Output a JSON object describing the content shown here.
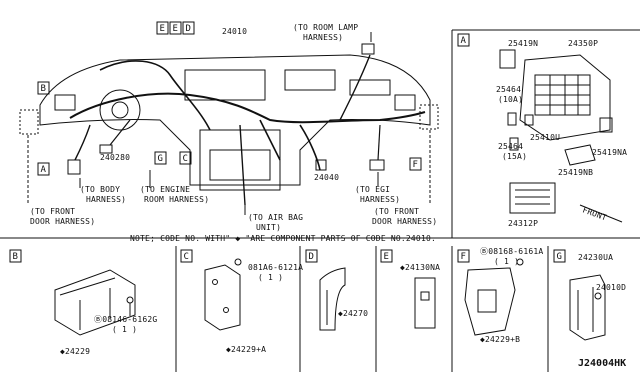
{
  "main": {
    "callout_boxes": [
      "E",
      "E",
      "D",
      "B",
      "A",
      "G",
      "C",
      "F"
    ],
    "part_numbers": {
      "main_harness": "24010",
      "p24028": "240280",
      "p24040": "24040"
    },
    "notes": {
      "to_room_lamp": "(TO ROOM LAMP",
      "to_room_lamp_2": "HARNESS)",
      "to_body": "(TO BODY",
      "to_body_2": "HARNESS)",
      "to_engine": "(TO ENGINE",
      "to_engine_2": "ROOM HARNESS)",
      "to_egi": "(TO EGI",
      "to_egi_2": "HARNESS)",
      "to_front_door_left": "(TO FRONT",
      "to_front_door_left_2": "DOOR HARNESS)",
      "to_air_bag": "(TO AIR BAG",
      "to_air_bag_2": "UNIT)",
      "to_front_door_right": "(TO FRONT",
      "to_front_door_right_2": "DOOR HARNESS)"
    },
    "footnote": "NOTE; CODE NO. WITH\" ◆ \"ARE COMPONENT PARTS OF CODE NO.24010."
  },
  "panel_a": {
    "tag": "A",
    "parts": [
      "25419N",
      "24350P",
      "25464",
      "(10A)",
      "25410U",
      "25464",
      "(15A)",
      "25419NA",
      "25419NB",
      "24312P"
    ],
    "front_label": "FRONT"
  },
  "panel_b": {
    "tag": "B",
    "parts": [
      "◆24229",
      "Ⓑ08146-6162G",
      "( 1 )"
    ]
  },
  "panel_c": {
    "tag": "C",
    "parts": [
      "081A6-6121A",
      "( 1 )",
      "◆24229+A"
    ]
  },
  "panel_d": {
    "tag": "D",
    "parts": [
      "◆24270"
    ]
  },
  "panel_e": {
    "tag": "E",
    "parts": [
      "◆24130NA"
    ]
  },
  "panel_f": {
    "tag": "F",
    "parts": [
      "Ⓑ08168-6161A",
      "( 1 )",
      "◆24229+B"
    ]
  },
  "panel_g": {
    "tag": "G",
    "parts": [
      "24230UA",
      "24010D"
    ]
  },
  "diagram_code": "J24004HK"
}
